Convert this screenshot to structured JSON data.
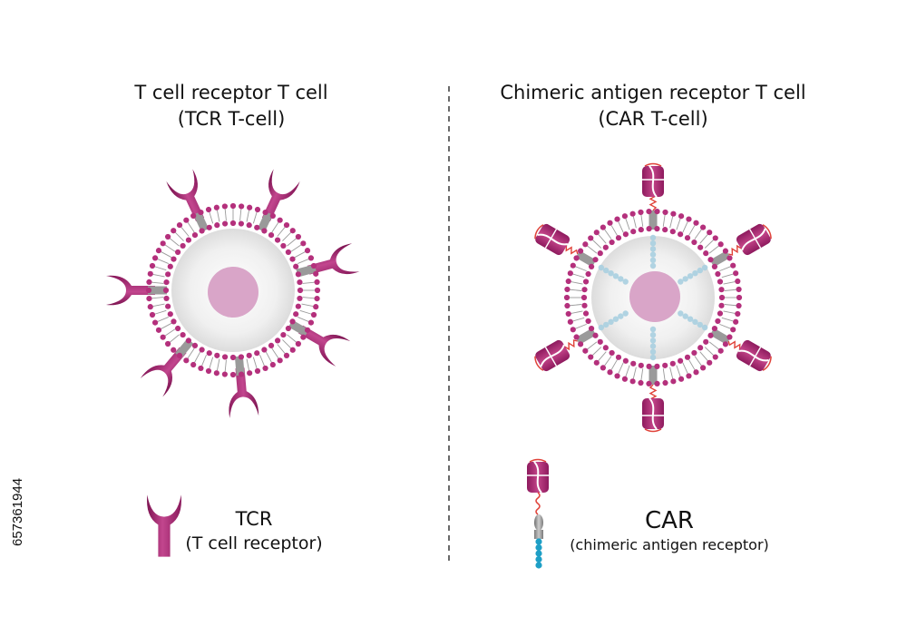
{
  "left_panel": {
    "title_line1": "T cell receptor T cell",
    "title_line2": "(TCR T-cell)",
    "legend_name": "TCR",
    "legend_desc": "(T cell receptor)"
  },
  "right_panel": {
    "title_line1": "Chimeric antigen receptor T cell",
    "title_line2": "(CAR T-cell)",
    "legend_name": "CAR",
    "legend_desc": "(chimeric antigen receptor)"
  },
  "watermark_id": "657361944",
  "colors": {
    "membrane_magenta": "#b4307c",
    "tcr_magenta": "#a8236f",
    "nucleus_pink": "#d9a5c8",
    "cell_gray": "#e5e5e5",
    "car_signal_blue": "#1e9fc6",
    "car_spacer_gray": "#9a9a9a",
    "car_linker_red": "#e0433a",
    "car_cytoplasm_blue": "#a9cfe0",
    "divider": "#444444"
  }
}
